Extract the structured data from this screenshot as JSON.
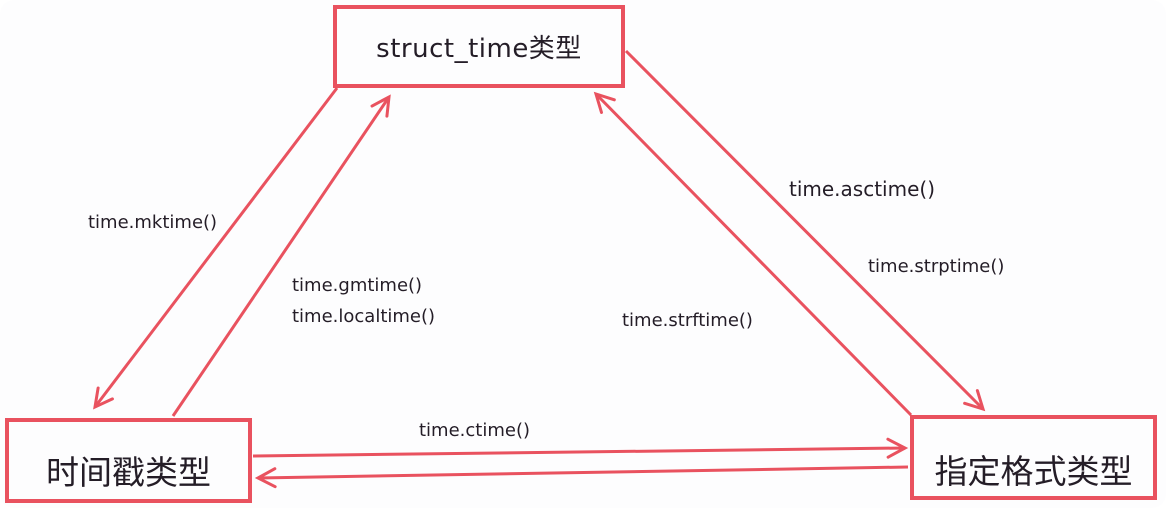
{
  "diagram": {
    "accent_color": "#e9525f",
    "background_color": "#fdfdfe",
    "text_color": "#241d27",
    "nodes": {
      "struct_time": {
        "label": "struct_time类型"
      },
      "timestamp": {
        "label": "时间戳类型"
      },
      "format": {
        "label": "指定格式类型"
      }
    },
    "labels": {
      "mktime": "time.mktime()",
      "gmtime": "time.gmtime()",
      "localtime": "time.localtime()",
      "asctime": "time.asctime()",
      "strptime": "time.strptime()",
      "strftime": "time.strftime()",
      "ctime": "time.ctime()"
    },
    "edges": [
      {
        "id": "mktime",
        "from": "struct_time类型",
        "to": "时间戳类型",
        "label": "time.mktime()"
      },
      {
        "id": "gmtime-localtime",
        "from": "时间戳类型",
        "to": "struct_time类型",
        "label": "time.gmtime() / time.localtime()"
      },
      {
        "id": "asctime",
        "from": "struct_time类型",
        "to": "指定格式类型",
        "label": "time.asctime()"
      },
      {
        "id": "strptime",
        "from": "指定格式类型",
        "to": "struct_time类型",
        "label": "time.strptime()"
      },
      {
        "id": "strftime",
        "from": "struct_time类型",
        "to": "指定格式类型",
        "label": "time.strftime()"
      },
      {
        "id": "ctime",
        "from": "时间戳类型",
        "to": "指定格式类型",
        "label": "time.ctime()"
      },
      {
        "id": "format-to-timestamp",
        "from": "指定格式类型",
        "to": "时间戳类型",
        "label": ""
      }
    ]
  }
}
